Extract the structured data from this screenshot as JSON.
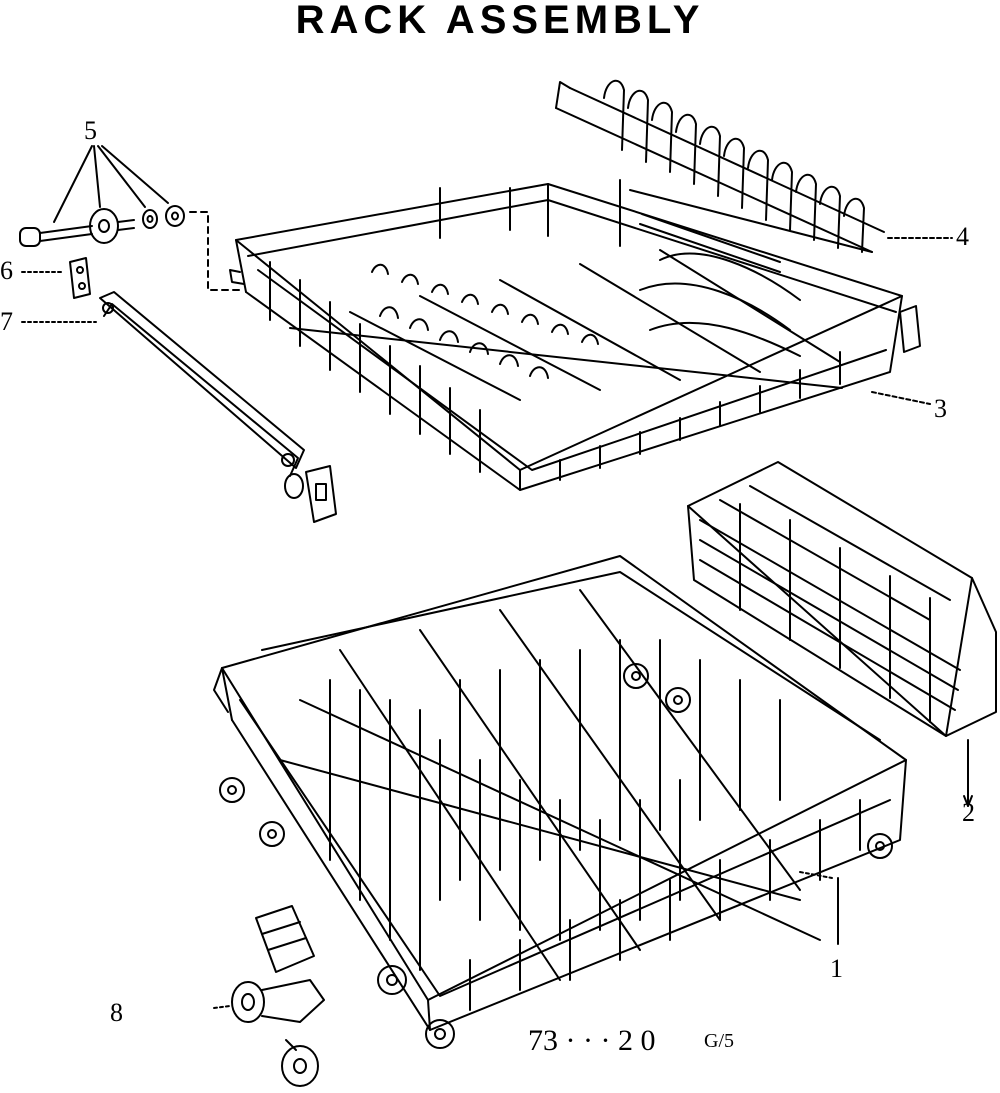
{
  "title": "RACK ASSEMBLY",
  "callouts": {
    "c1": "1",
    "c2": "2",
    "c3": "3",
    "c4": "4",
    "c5": "5",
    "c6": "6",
    "c7": "7",
    "c8": "8"
  },
  "drawing_code": "73 · · · 2  0",
  "drawing_sheet": "G/5",
  "colors": {
    "ink": "#000000",
    "paper": "#ffffff"
  }
}
